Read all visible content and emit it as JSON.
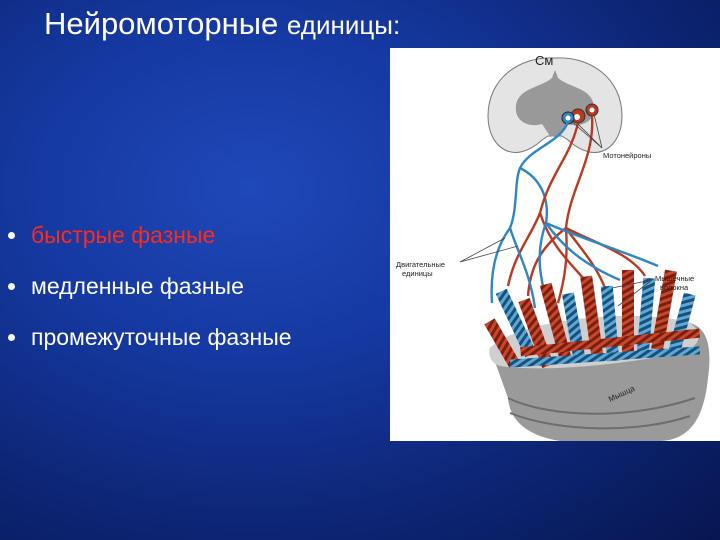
{
  "slide": {
    "title_part1": "Нейромоторные",
    "title_part2": "единицы:",
    "bullets": [
      {
        "text": "быстрые фазные",
        "color": "#ff2a1a"
      },
      {
        "text": "медленные фазные",
        "color": "#ffffff"
      },
      {
        "text": "промежуточные фазные",
        "color": "#ffffff"
      }
    ]
  },
  "figure": {
    "labels": {
      "spinal_cord": "См",
      "motoneurons": "Мотонейроны",
      "motor_units_line1": "Двигательные",
      "motor_units_line2": "единицы",
      "muscle_fibers_line1": "Мышечные",
      "muscle_fibers_line2": "волокна",
      "muscle": "Мышца"
    },
    "colors": {
      "red_fiber": "#b83a22",
      "blue_fiber": "#2f86c2",
      "gray_matter": "#8c8c8c"
    }
  }
}
